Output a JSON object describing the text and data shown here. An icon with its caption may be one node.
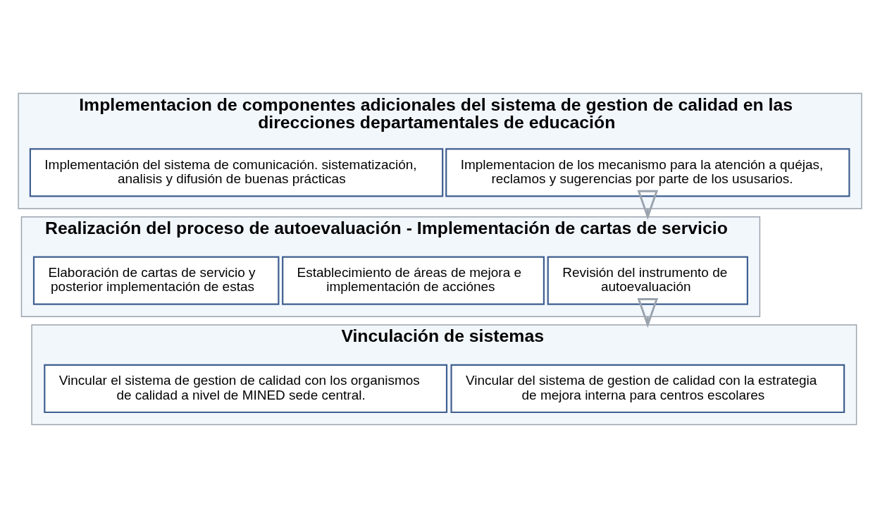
{
  "diagram": {
    "nodes": [
      {
        "text": [
          "Implementacion de componentes adicionales del sistema de gestion de calidad en las direcciones departamentales de educación"
        ]
      },
      {
        "text": [
          "Implementacion de los mecanismo para la atención a quéjas, reclamos y sugerencias por parte de los ususarios."
        ],
        "in": 0
      },
      {
        "text": [
          "Implementación del sistema de comunicación. sistematización, analisis y difusión de buenas prácticas"
        ],
        "in": 0
      },
      {
        "text": [
          "Realización del proceso de autoevaluación - Implementación de cartas de servicio"
        ]
      },
      {
        "text": [
          "Revisión del instrumento de autoevaluación"
        ],
        "in": 3
      },
      {
        "text": [
          "Establecimiento de áreas de mejora e implementación de acciónes"
        ],
        "in": 3
      },
      {
        "text": [
          "Elaboración de cartas de servicio y posterior implementación de estas"
        ],
        "in": 3
      },
      {
        "text": [
          "Vinculación de sistemas"
        ]
      },
      {
        "text": [
          "Vincular del sistema de gestion de calidad con la estrategia de mejora interna para centros escolares"
        ],
        "in": 7
      },
      {
        "text": [
          "Vincular el sistema de gestion de calidad con los organismos de calidad a nivel de MINED sede central."
        ],
        "in": 7
      }
    ],
    "edges": [
      {
        "from": 0,
        "to": 3,
        "arrow": "to"
      },
      {
        "from": 3,
        "to": 7,
        "arrow": "to"
      }
    ]
  }
}
